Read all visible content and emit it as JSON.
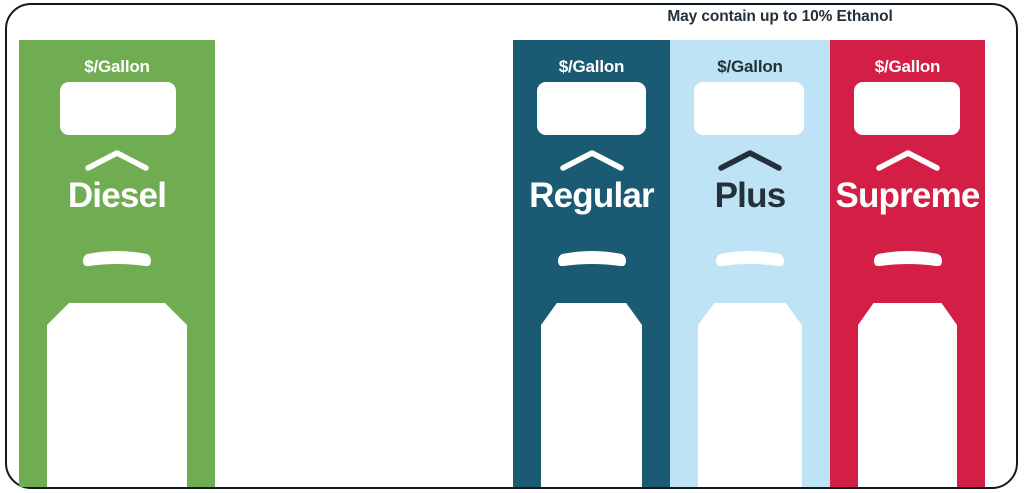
{
  "header": {
    "ethanol_note": "May contain up to 10% Ethanol"
  },
  "colors": {
    "diesel": "#70ac52",
    "regular": "#1a5a72",
    "plus": "#bde3f5",
    "supreme": "#d31f45",
    "frame": "#0d1b22",
    "dark_text": "#24303a",
    "light_text": "#ffffff",
    "display_box": "#ffffff"
  },
  "panels": [
    {
      "grade": "Diesel",
      "unit_label": "$/Gallon",
      "price_value": "",
      "price_placeholder": "",
      "background": "#70ac52",
      "text_color": "#ffffff"
    },
    {
      "grade": "Regular",
      "unit_label": "$/Gallon",
      "price_value": "",
      "price_placeholder": "",
      "background": "#1a5a72",
      "text_color": "#ffffff"
    },
    {
      "grade": "Plus",
      "unit_label": "$/Gallon",
      "price_value": "",
      "price_placeholder": "",
      "background": "#bde3f5",
      "text_color": "#24303a"
    },
    {
      "grade": "Supreme",
      "unit_label": "$/Gallon",
      "price_value": "",
      "price_placeholder": "",
      "background": "#d31f45",
      "text_color": "#ffffff"
    }
  ],
  "icons": {
    "chevron": "chevron-up-icon",
    "pill": "grade-divider-bar",
    "plate": "nozzle-plate-shape"
  }
}
